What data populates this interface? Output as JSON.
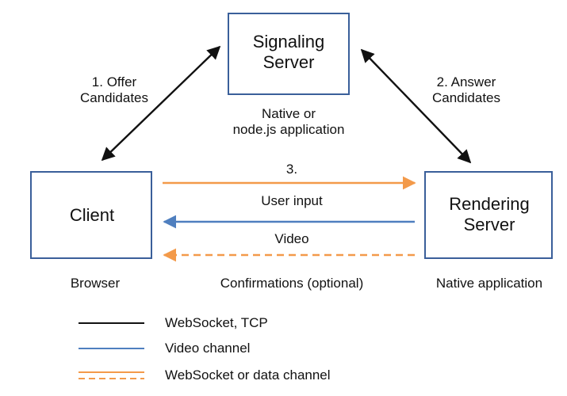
{
  "nodes": {
    "signaling": {
      "line1": "Signaling",
      "line2": "Server"
    },
    "client": {
      "label": "Client"
    },
    "rendering": {
      "line1": "Rendering",
      "line2": "Server"
    }
  },
  "captions": {
    "signaling": {
      "line1": "Native or",
      "line2": "node.js application"
    },
    "client": "Browser",
    "rendering": "Native application"
  },
  "edges": {
    "offer": {
      "line1": "1. Offer",
      "line2": "Candidates"
    },
    "answer": {
      "line1": "2. Answer",
      "line2": "Candidates"
    },
    "step3": "3.",
    "user_input": "User input",
    "video": "Video",
    "confirmations": "Confirmations (optional)"
  },
  "legend": [
    {
      "label": "WebSocket, TCP",
      "style": "solid-black"
    },
    {
      "label": "Video channel",
      "style": "solid-blue"
    },
    {
      "label": "WebSocket or data channel",
      "style": "orange-solid-and-dashed"
    }
  ],
  "colors": {
    "box_border": "#3a5f9a",
    "black": "#111111",
    "blue": "#4f7fbf",
    "orange": "#f39a4a"
  }
}
